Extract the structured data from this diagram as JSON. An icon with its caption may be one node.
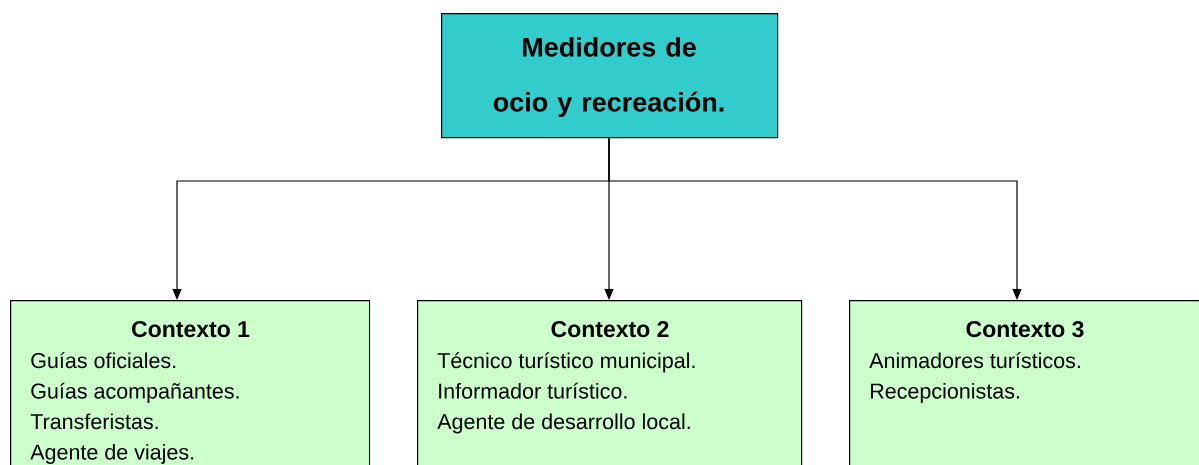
{
  "diagram": {
    "nodes": [
      {
        "text": [
          "Medidores de ocio y recreación."
        ]
      },
      {
        "text": [
          "Contexto 1",
          "Guías oficiales.",
          "Guías acompañantes.",
          "Transferistas.",
          "Agente de viajes."
        ]
      },
      {
        "text": [
          "Contexto 2",
          "Técnico turístico municipal.",
          "Informador turístico.",
          "Agente de desarrollo local."
        ]
      },
      {
        "text": [
          "Contexto 3",
          "Animadores turísticos.",
          "Recepcionistas."
        ]
      }
    ],
    "edges": [
      {
        "from": 0,
        "to": 1,
        "arrow": "to"
      },
      {
        "from": 0,
        "to": 2,
        "arrow": "to"
      },
      {
        "from": 0,
        "to": 3,
        "arrow": "to"
      }
    ]
  }
}
